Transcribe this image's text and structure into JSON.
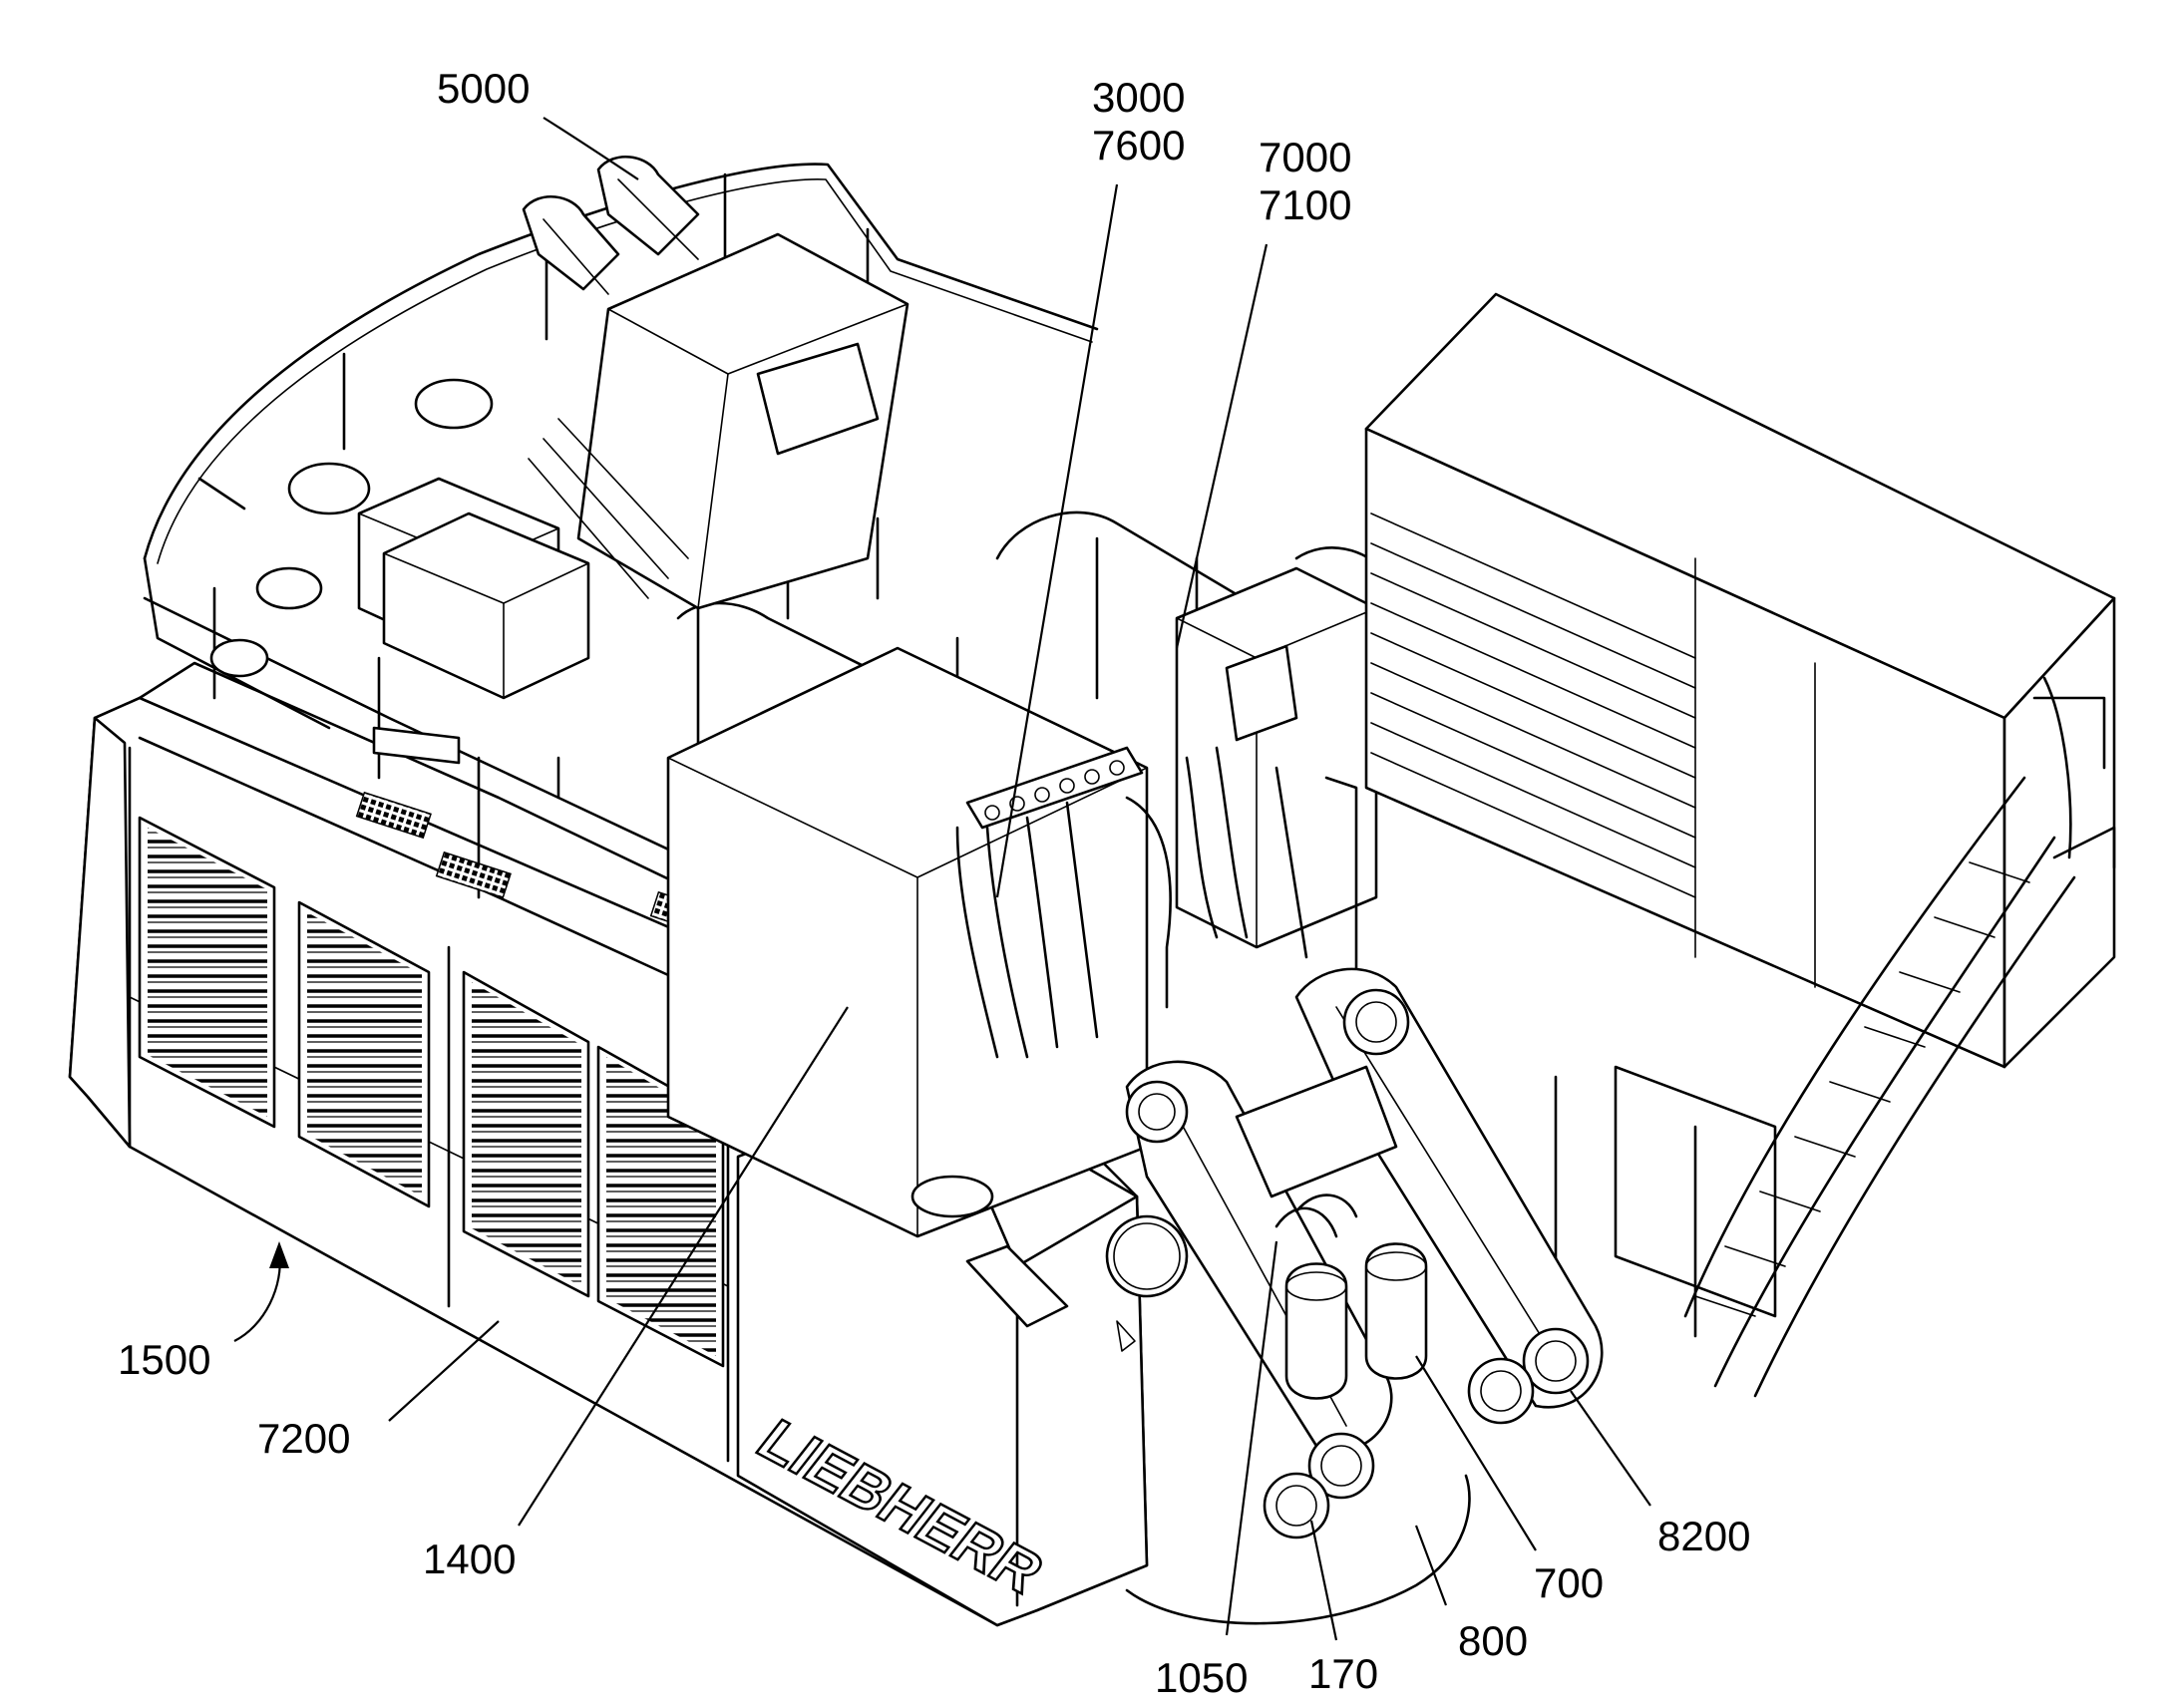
{
  "figure": {
    "reference_labels": [
      {
        "id": "5000",
        "text": "5000"
      },
      {
        "id": "3000",
        "text": "3000"
      },
      {
        "id": "7600",
        "text": "7600"
      },
      {
        "id": "7000",
        "text": "7000"
      },
      {
        "id": "7100",
        "text": "7100"
      },
      {
        "id": "1500",
        "text": "1500"
      },
      {
        "id": "7200",
        "text": "7200"
      },
      {
        "id": "1400",
        "text": "1400"
      },
      {
        "id": "8200",
        "text": "8200"
      },
      {
        "id": "700",
        "text": "700"
      },
      {
        "id": "800",
        "text": "800"
      },
      {
        "id": "170",
        "text": "170"
      },
      {
        "id": "1050",
        "text": "1050"
      }
    ],
    "logo_text": "LIEBHERR"
  }
}
